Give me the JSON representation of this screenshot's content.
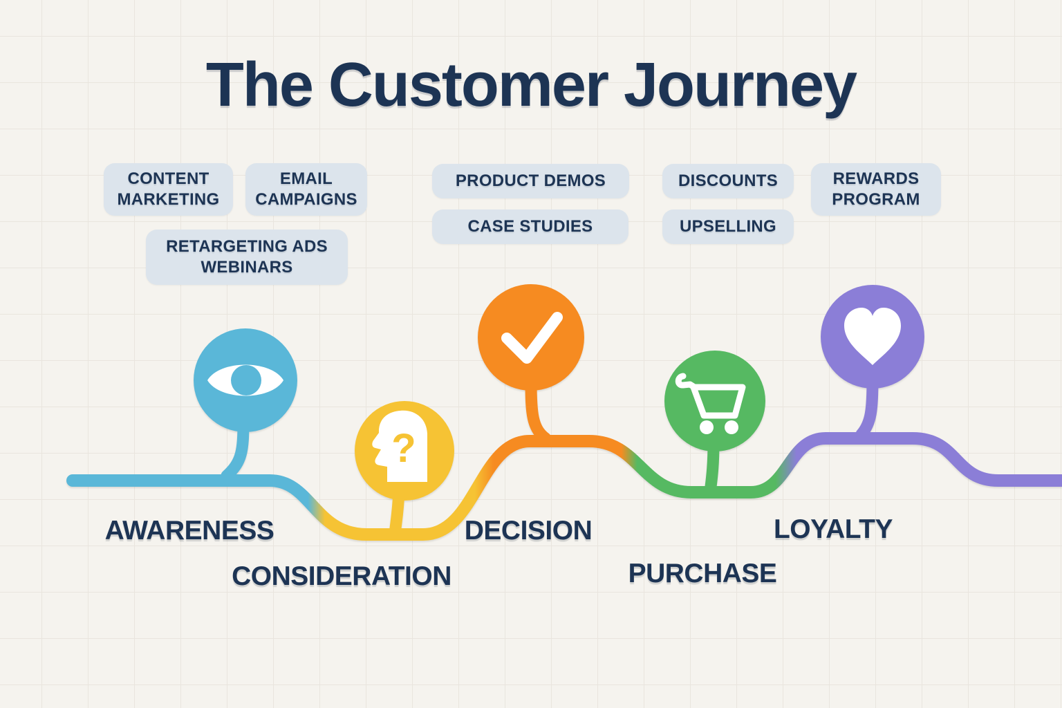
{
  "title": "The Customer Journey",
  "background": {
    "color": "#f5f3ee",
    "grid_color": "#e9e5de"
  },
  "text_color": "#1d3454",
  "pill_background": "#dce4ec",
  "tactic_pills": [
    {
      "id": "content-marketing",
      "lines": [
        "CONTENT",
        "MARKETING"
      ]
    },
    {
      "id": "email-campaigns",
      "lines": [
        "EMAIL",
        "CAMPAIGNS"
      ]
    },
    {
      "id": "retargeting-ads-webinars",
      "lines": [
        "RETARGETING ADS",
        "WEBINARS"
      ]
    },
    {
      "id": "product-demos",
      "lines": [
        "PRODUCT DEMOS"
      ]
    },
    {
      "id": "case-studies",
      "lines": [
        "CASE STUDIES"
      ]
    },
    {
      "id": "discounts",
      "lines": [
        "DISCOUNTS"
      ]
    },
    {
      "id": "upselling",
      "lines": [
        "UPSELLING"
      ]
    },
    {
      "id": "rewards-program",
      "lines": [
        "REWARDS",
        "PROGRAM"
      ]
    }
  ],
  "stages": [
    {
      "label": "AWARENESS",
      "color": "#5ab7d8",
      "icon": "eye-icon"
    },
    {
      "label": "CONSIDERATION",
      "color": "#f6c334",
      "icon": "thinking-head-icon"
    },
    {
      "label": "DECISION",
      "color": "#f68b21",
      "icon": "checkmark-icon"
    },
    {
      "label": "PURCHASE",
      "color": "#56b962",
      "icon": "shopping-cart-icon"
    },
    {
      "label": "LOYALTY",
      "color": "#8b7ed7",
      "icon": "heart-icon"
    }
  ],
  "icons": {
    "question_mark": "?"
  },
  "icon_foreground": "#ffffff"
}
